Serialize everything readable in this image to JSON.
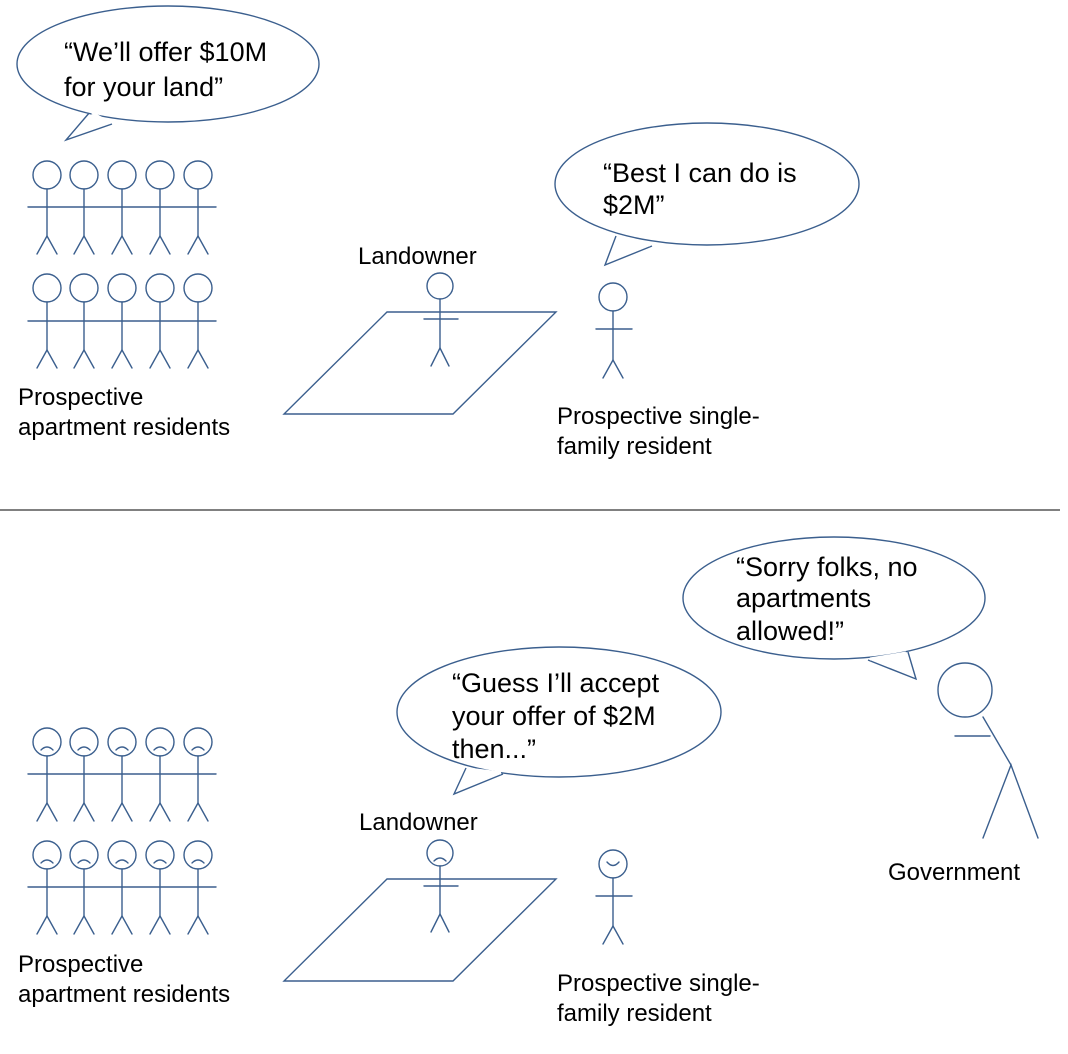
{
  "colors": {
    "line": "#3b5f8e",
    "text": "#000000",
    "divider": "#000000",
    "background": "#ffffff"
  },
  "panel_top": {
    "apartment_bubble": [
      "“We’ll offer $10M",
      "for your land”"
    ],
    "single_family_bubble": [
      "“Best I can do is",
      "$2M”"
    ],
    "landowner_label": "Landowner",
    "apartment_label": [
      "Prospective",
      "apartment residents"
    ],
    "single_family_label": [
      "Prospective single-",
      "family resident"
    ],
    "resident_mood": "neutral"
  },
  "panel_bottom": {
    "landowner_bubble": [
      "“Guess I’ll accept",
      "your offer of $2M",
      "then...”"
    ],
    "government_bubble": [
      "“Sorry folks, no",
      "apartments",
      "allowed!”"
    ],
    "landowner_label": "Landowner",
    "apartment_label": [
      "Prospective",
      "apartment residents"
    ],
    "single_family_label": [
      "Prospective single-",
      "family resident"
    ],
    "government_label": "Government",
    "apartment_mood": "sad",
    "landowner_mood": "sad",
    "single_family_mood": "happy"
  }
}
